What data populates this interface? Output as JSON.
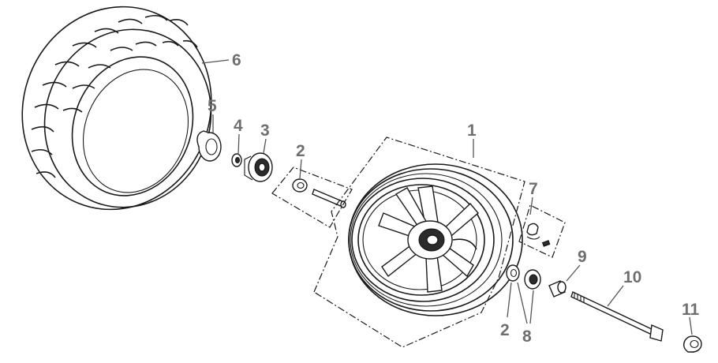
{
  "diagram": {
    "callouts": [
      {
        "id": "1",
        "label": "1"
      },
      {
        "id": "2a",
        "label": "2"
      },
      {
        "id": "2b",
        "label": "2"
      },
      {
        "id": "3",
        "label": "3"
      },
      {
        "id": "4",
        "label": "4"
      },
      {
        "id": "5",
        "label": "5"
      },
      {
        "id": "6",
        "label": "6"
      },
      {
        "id": "7",
        "label": "7"
      },
      {
        "id": "8",
        "label": "8"
      },
      {
        "id": "9",
        "label": "9"
      },
      {
        "id": "10",
        "label": "10"
      },
      {
        "id": "11",
        "label": "11"
      }
    ],
    "colors": {
      "line": "#1a1a1a",
      "callout_text": "#6f6f6f",
      "background": "#ffffff"
    }
  }
}
